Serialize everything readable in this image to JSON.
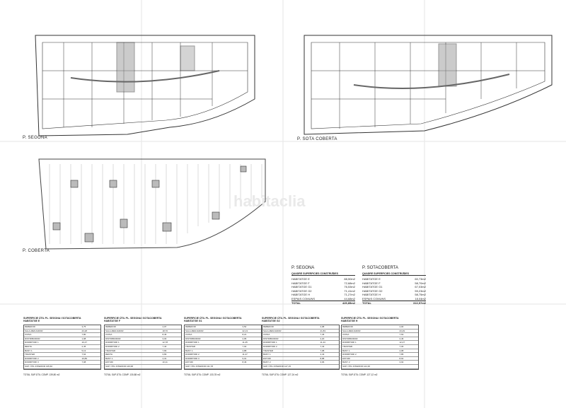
{
  "plans": [
    {
      "label": "P. SEGONA"
    },
    {
      "label": "P. SOTA COBERTA"
    },
    {
      "label": "P. COBERTA"
    }
  ],
  "watermark": "habitaclia",
  "summaries": [
    {
      "title": "P. SEGONA",
      "header": "QUADRE SUPERFICIES CONSTRUÏDES",
      "rows": [
        [
          "HABITATGE E",
          "88,50m2"
        ],
        [
          "HABITATGE F",
          "72,68m2"
        ],
        [
          "HABITATGE G1",
          "76,53m2"
        ],
        [
          "HABITATGE G2",
          "71,41m2"
        ],
        [
          "HABITATGE H",
          "71,27m2"
        ],
        [
          "ESPAIS COMUNS",
          "44,68m2"
        ]
      ],
      "total": [
        "TOTAL",
        "425,85m2"
      ]
    },
    {
      "title": "P. SOTACOBERTA",
      "header": "QUADRE SUPERFICIES CONSTRUÏDES",
      "rows": [
        [
          "HABITATGE E",
          "60,73m2"
        ],
        [
          "HABITATGE F",
          "58,70m2"
        ],
        [
          "HABITATGE G1",
          "67,03m2"
        ],
        [
          "HABITATGE G2",
          "59,23m2"
        ],
        [
          "HABITATGE H",
          "58,75m2"
        ],
        [
          "ESPAIS COMUNS",
          "18,04m2"
        ]
      ],
      "total": [
        "TOTAL",
        "313,97m2"
      ]
    }
  ],
  "tables": [
    {
      "title": "SUPERFICIE ÚTIL PL. SEGONA I SOTACOBERTA",
      "unit": "HABITATGE E",
      "rows": [
        [
          "REBEDOR",
          "3,75"
        ],
        [
          "SALA-MENJADOR",
          "23,28"
        ],
        [
          "CUINA",
          "7,80"
        ],
        [
          "DISTRIBUIDOR",
          "1,98"
        ],
        [
          "DORMITORI 1",
          "10,47"
        ],
        [
          "RENTA",
          "2,45"
        ],
        [
          "BANY 1",
          "5,13"
        ],
        [
          "TRASTER",
          "7,64"
        ],
        [
          "DORMITORI 2",
          "10,89"
        ],
        [
          "DORMITORI 3",
          "7,98"
        ]
      ],
      "total": "SUP. ÚTIL INTERIOR 135,60",
      "exterior": "TOTAL SUP.ÚTIL COMP. 139,80 m2"
    },
    {
      "title": "SUPERFICIE ÚTIL PL. SEGONA I SOTACOBERTA",
      "unit": "HABITATGE F",
      "rows": [
        [
          "REBEDOR",
          "4,07"
        ],
        [
          "SALA-MENJADOR",
          "18,70"
        ],
        [
          "CUINA",
          "8,46"
        ],
        [
          "DISTRIBUIDOR",
          "3,03"
        ],
        [
          "DORMITORI 1",
          "12,78"
        ],
        [
          "DORMITORI 2",
          "7,40"
        ],
        [
          "TRASTER",
          "7,66"
        ],
        [
          "RENTA",
          "3,83"
        ],
        [
          "BANY 1",
          "4,31"
        ],
        [
          "ESTUDI",
          "10,11"
        ]
      ],
      "total": "SUP. ÚTIL INTERIOR 126,68",
      "exterior": "TOTAL SUP.ÚTIL COMP. 130,88 m2"
    },
    {
      "title": "SUPERFICIE ÚTIL PL. SEGONA I SOTACOBERTA",
      "unit": "HABITATGE G1",
      "rows": [
        [
          "REBEDOR",
          "3,52"
        ],
        [
          "SALA-MENJADOR",
          "22,13"
        ],
        [
          "CUINA",
          "8,21"
        ],
        [
          "DISTRIBUIDOR",
          "2,95"
        ],
        [
          "DORMITORI 1",
          "11,25"
        ],
        [
          "TRASTER",
          "7,02"
        ],
        [
          "BANY 1",
          "4,88"
        ],
        [
          "DORMITORI 2",
          "11,27"
        ],
        [
          "DORMITORI 3",
          "9,01"
        ],
        [
          "ESTUDI",
          "8,46"
        ]
      ],
      "total": "SUP. ÚTIL INTERIOR 131,78",
      "exterior": "TOTAL SUP.ÚTIL COMP. 133,78 m2"
    },
    {
      "title": "SUPERFICIE ÚTIL PL. SEGONA I SOTACOBERTA",
      "unit": "HABITATGE G2",
      "rows": [
        [
          "REBEDOR",
          "2,98"
        ],
        [
          "SALA-MENJADOR",
          "21,83"
        ],
        [
          "CUINA",
          "7,45"
        ],
        [
          "DISTRIBUIDOR",
          "2,20"
        ],
        [
          "DORMITORI 1",
          "11,44"
        ],
        [
          "DORMITORI 2",
          "7,43"
        ],
        [
          "TRASTER",
          "7,98"
        ],
        [
          "BANY 1",
          "4,43"
        ],
        [
          "ESTUDI",
          "8,88"
        ],
        [
          "BANY 2",
          "3,96"
        ]
      ],
      "total": "SUP. ÚTIL INTERIOR 127,15",
      "exterior": "TOTAL SUP.ÚTIL COMP. 127,24 m2"
    },
    {
      "title": "SUPERFICIE ÚTIL PL. SEGONA I SOTACOBERTA",
      "unit": "HABITATGE H",
      "rows": [
        [
          "REBEDOR",
          "4,00"
        ],
        [
          "SALA-MENJADOR",
          "23,29"
        ],
        [
          "CUINA",
          "7,63"
        ],
        [
          "DISTRIBUIDOR",
          "2,46"
        ],
        [
          "DORMITORI 1",
          "12,27"
        ],
        [
          "TRASTER",
          "7,30"
        ],
        [
          "BANY 1",
          "4,98"
        ],
        [
          "DORMITORI 2",
          "7,85"
        ],
        [
          "ESTUDI",
          "8,64"
        ],
        [
          "BANY 2",
          "3,94"
        ]
      ],
      "total": "SUP. ÚTIL INTERIOR 124,36",
      "exterior": "TOTAL SUP.ÚTIL COMP. 127,12 m2"
    }
  ]
}
